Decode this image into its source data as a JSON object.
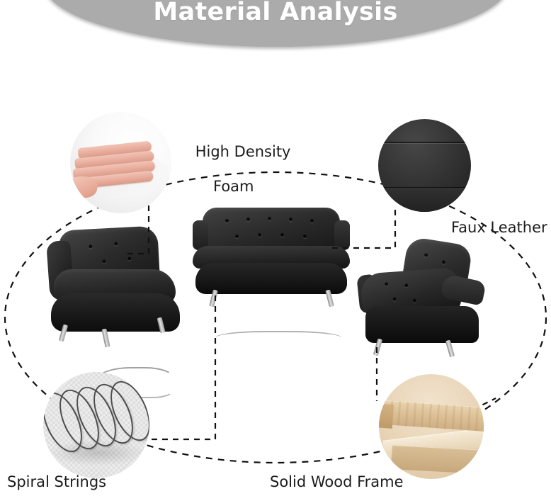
{
  "header": {
    "title": "Material Analysis",
    "banner_color": "#ababab",
    "title_color": "#ffffff"
  },
  "labels": {
    "foam_line1": "High Density",
    "foam_line2": "Foam",
    "faux_leather": "Faux Leather",
    "spiral_strings": "Spiral Strings",
    "solid_wood_frame": "Solid Wood Frame"
  },
  "callouts": [
    {
      "id": "high-density-foam",
      "label": "High Density Foam",
      "photo": "hand-pressing-white-foam",
      "position": "top-left",
      "connects_to": "armchair"
    },
    {
      "id": "faux-leather",
      "label": "Faux Leather",
      "photo": "black-leather-closeup",
      "position": "top-right",
      "connects_to": "sofa"
    },
    {
      "id": "spiral-strings",
      "label": "Spiral Strings",
      "photo": "metal-coil-spring",
      "position": "bottom-left",
      "connects_to": "sofa"
    },
    {
      "id": "solid-wood-frame",
      "label": "Solid Wood Frame",
      "photo": "pine-wood-planks",
      "position": "bottom-right",
      "connects_to": "loveseat"
    }
  ],
  "furniture": [
    {
      "id": "armchair",
      "name": "Black Leather Armchair"
    },
    {
      "id": "sofa",
      "name": "Black Leather Three Seat Sofa"
    },
    {
      "id": "loveseat",
      "name": "Black Leather Loveseat"
    }
  ],
  "diagram": {
    "ellipse_style": "dashed",
    "line_color": "#111111",
    "background": "#ffffff"
  }
}
